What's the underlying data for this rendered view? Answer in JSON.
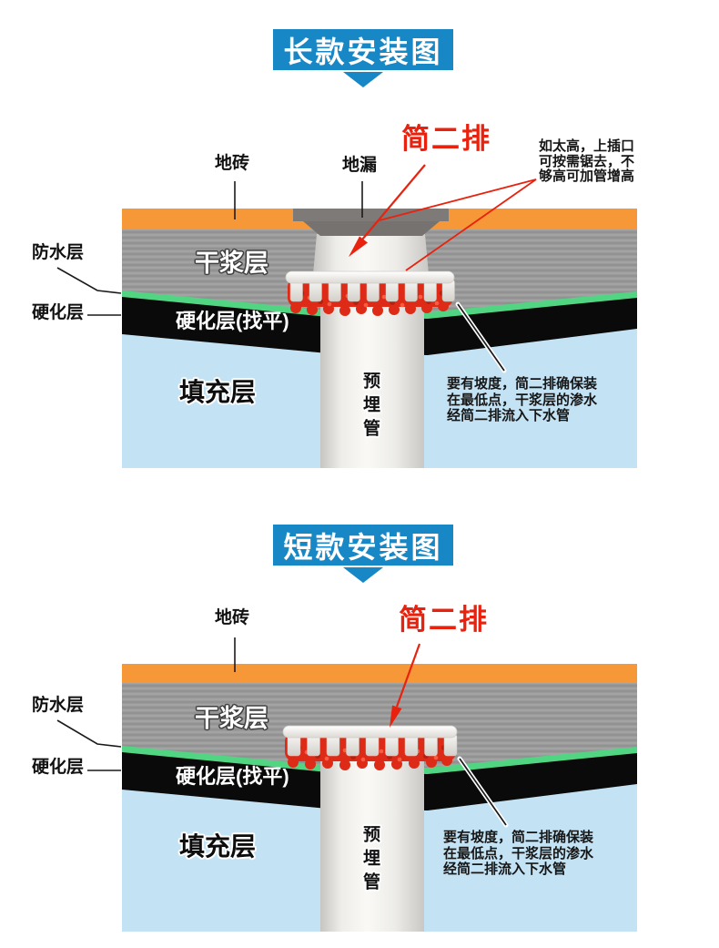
{
  "colors": {
    "banner_blue": "#1787C6",
    "tile_orange": "#F79838",
    "mortar_gray": "#9B9B9B",
    "waterproof_green": "#52D583",
    "hardened_black": "#0A0A0A",
    "fill_light_blue": "#C3E3F5",
    "product_red": "#E8220E",
    "pipe_white": "#F5F4F1",
    "drain_gray": "#7D7976"
  },
  "sections": {
    "long": {
      "title": "长款安装图",
      "product": "简二排",
      "labels": {
        "tile": "地砖",
        "drain": "地漏",
        "waterproof": "防水层",
        "hardened": "硬化层",
        "mortar": "干浆层",
        "hardened_leveling": "硬化层(找平)",
        "fill": "填充层",
        "pipe": "预埋管"
      },
      "note_height": {
        "line1": "如太高，上插口",
        "line2": "可按需锯去，不",
        "line3": "够高可加管增高"
      },
      "note_slope": {
        "line1": "要有坡度，简二排确保装",
        "line2": "在最低点，干浆层的渗水",
        "line3": "经简二排流入下水管"
      }
    },
    "short": {
      "title": "短款安装图",
      "product": "简二排",
      "labels": {
        "tile": "地砖",
        "waterproof": "防水层",
        "hardened": "硬化层",
        "mortar": "干浆层",
        "hardened_leveling": "硬化层(找平)",
        "fill": "填充层",
        "pipe": "预埋管"
      },
      "note_slope": {
        "line1": "要有坡度，简二排确保装",
        "line2": "在最低点，干浆层的渗水",
        "line3": "经简二排流入下水管"
      }
    }
  }
}
